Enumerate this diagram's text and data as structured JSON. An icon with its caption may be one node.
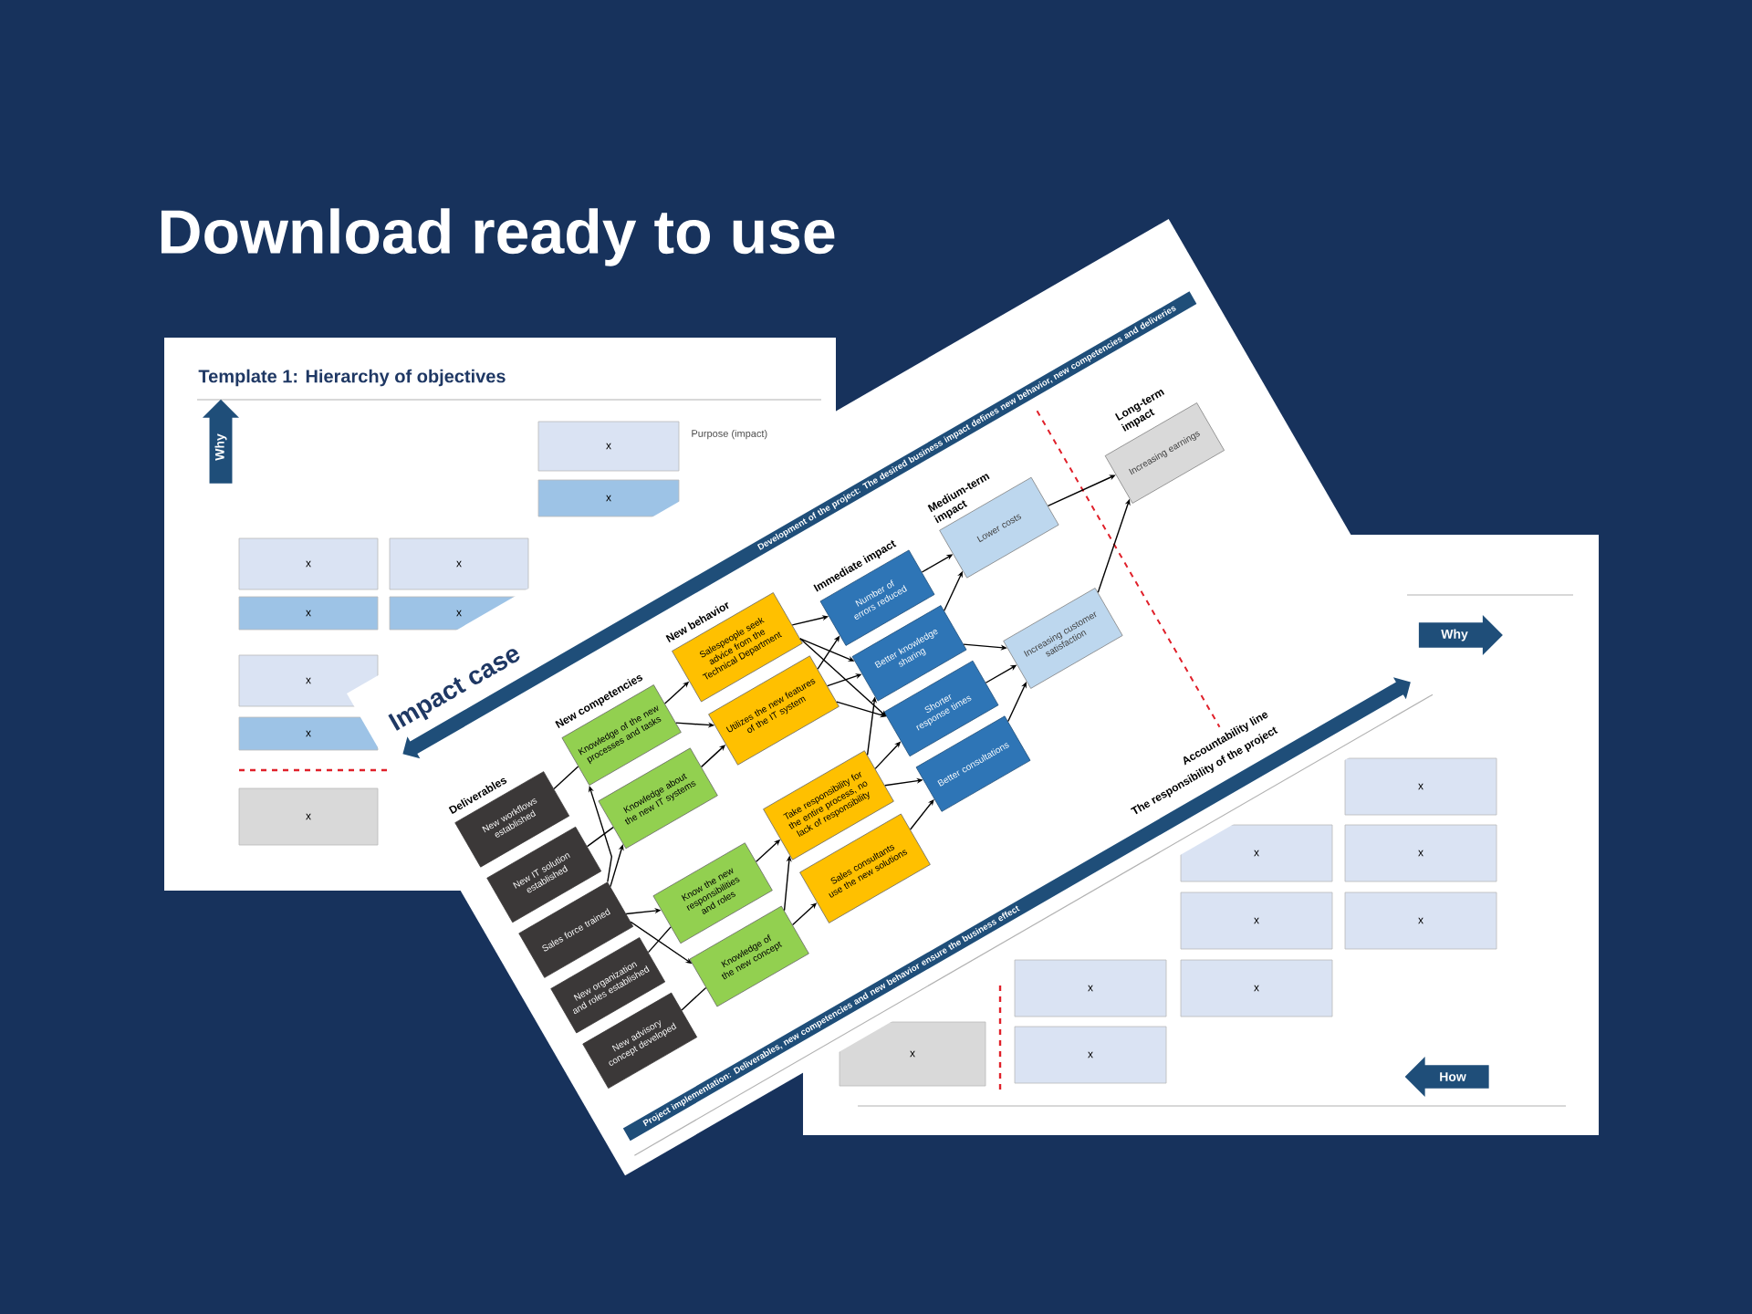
{
  "diagram": {
    "title": "Download ready to use",
    "nodes": [
      {
        "text": [
          "Why"
        ]
      },
      {
        "text": [
          "x"
        ]
      },
      {
        "text": [
          "x"
        ]
      },
      {
        "text": [
          "x"
        ]
      },
      {
        "text": [
          "x"
        ]
      },
      {
        "text": [
          "x"
        ]
      },
      {
        "text": [
          "x"
        ]
      },
      {
        "text": [
          "x"
        ]
      },
      {
        "text": [
          "x"
        ]
      },
      {
        "text": [
          "x"
        ]
      },
      {
        "text": [
          "Development of the project: The desired business impact defines new behavior, new competencies and deliveries"
        ]
      },
      {
        "text": [
          "New workflows established"
        ]
      },
      {
        "text": [
          "New IT solution established"
        ]
      },
      {
        "text": [
          "Sales force trained"
        ]
      },
      {
        "text": [
          "New organization and roles established"
        ]
      },
      {
        "text": [
          "New advisory concept developed"
        ]
      },
      {
        "text": [
          "Knowledge of the new processes and tasks"
        ]
      },
      {
        "text": [
          "Knowledge about the new IT systems"
        ]
      },
      {
        "text": [
          "Know the new responsibilities and roles"
        ]
      },
      {
        "text": [
          "Knowledge of the new concept"
        ]
      },
      {
        "text": [
          "Salespeople seek advice from the Technical Department"
        ]
      },
      {
        "text": [
          "Utilizes the new features of the IT system"
        ]
      },
      {
        "text": [
          "Take responsibility for the entire process, no lack of responsibility"
        ]
      },
      {
        "text": [
          "Sales consultants use the new solutions"
        ]
      },
      {
        "text": [
          "Number of errors reduced"
        ]
      },
      {
        "text": [
          "Better knowledge sharing"
        ]
      },
      {
        "text": [
          "Shorter response times"
        ]
      },
      {
        "text": [
          "Better consultations"
        ]
      },
      {
        "text": [
          "Lower costs"
        ]
      },
      {
        "text": [
          "Increasing customer satisfaction"
        ]
      },
      {
        "text": [
          "Increasing earnings"
        ]
      },
      {
        "text": [
          "Project implementation: Deliverables, new competencies and new behavior ensure the business effect"
        ]
      },
      {
        "text": [
          "Why"
        ]
      },
      {
        "text": [
          "x"
        ]
      },
      {
        "text": [
          "x"
        ]
      },
      {
        "text": [
          "x"
        ]
      },
      {
        "text": [
          "x"
        ]
      },
      {
        "text": [
          "x"
        ]
      },
      {
        "text": [
          "x"
        ]
      },
      {
        "text": [
          "x"
        ]
      },
      {
        "text": [
          "x"
        ]
      },
      {
        "text": [
          "x"
        ]
      },
      {
        "text": [
          "How"
        ]
      }
    ],
    "edges": [
      {
        "from": 11,
        "to": 16,
        "arrow": "none"
      },
      {
        "from": 12,
        "to": 17,
        "arrow": "none"
      },
      {
        "from": 13,
        "to": 16,
        "arrow": "to"
      },
      {
        "from": 13,
        "to": 17,
        "arrow": "to"
      },
      {
        "from": 13,
        "to": 18,
        "arrow": "to"
      },
      {
        "from": 13,
        "to": 19,
        "arrow": "to"
      },
      {
        "from": 14,
        "to": 18,
        "arrow": "none"
      },
      {
        "from": 15,
        "to": 19,
        "arrow": "none"
      },
      {
        "from": 16,
        "to": 20,
        "arrow": "to"
      },
      {
        "from": 16,
        "to": 21,
        "arrow": "to"
      },
      {
        "from": 17,
        "to": 21,
        "arrow": "to"
      },
      {
        "from": 18,
        "to": 22,
        "arrow": "to"
      },
      {
        "from": 19,
        "to": 22,
        "arrow": "to"
      },
      {
        "from": 19,
        "to": 23,
        "arrow": "to"
      },
      {
        "from": 20,
        "to": 24,
        "arrow": "to"
      },
      {
        "from": 20,
        "to": 25,
        "arrow": "to"
      },
      {
        "from": 20,
        "to": 26,
        "arrow": "to"
      },
      {
        "from": 21,
        "to": 24,
        "arrow": "to"
      },
      {
        "from": 21,
        "to": 25,
        "arrow": "to"
      },
      {
        "from": 21,
        "to": 26,
        "arrow": "to"
      },
      {
        "from": 22,
        "to": 25,
        "arrow": "to"
      },
      {
        "from": 22,
        "to": 26,
        "arrow": "to"
      },
      {
        "from": 22,
        "to": 27,
        "arrow": "to"
      },
      {
        "from": 23,
        "to": 27,
        "arrow": "to"
      },
      {
        "from": 24,
        "to": 28,
        "arrow": "to"
      },
      {
        "from": 25,
        "to": 28,
        "arrow": "to"
      },
      {
        "from": 25,
        "to": 29,
        "arrow": "to"
      },
      {
        "from": 26,
        "to": 29,
        "arrow": "to"
      },
      {
        "from": 27,
        "to": 29,
        "arrow": "to"
      },
      {
        "from": 28,
        "to": 30,
        "arrow": "to"
      },
      {
        "from": 29,
        "to": 30,
        "arrow": "to"
      }
    ],
    "labels": [
      "Template 1: Hierarchy of objectives",
      "Purpose (impact)",
      "Impact case",
      "Deliverables",
      "New competencies",
      "New behavior",
      "Immediate impact",
      "Medium-term impact",
      "Long-term impact",
      "Accountability line",
      "The responsibility of the project"
    ]
  }
}
